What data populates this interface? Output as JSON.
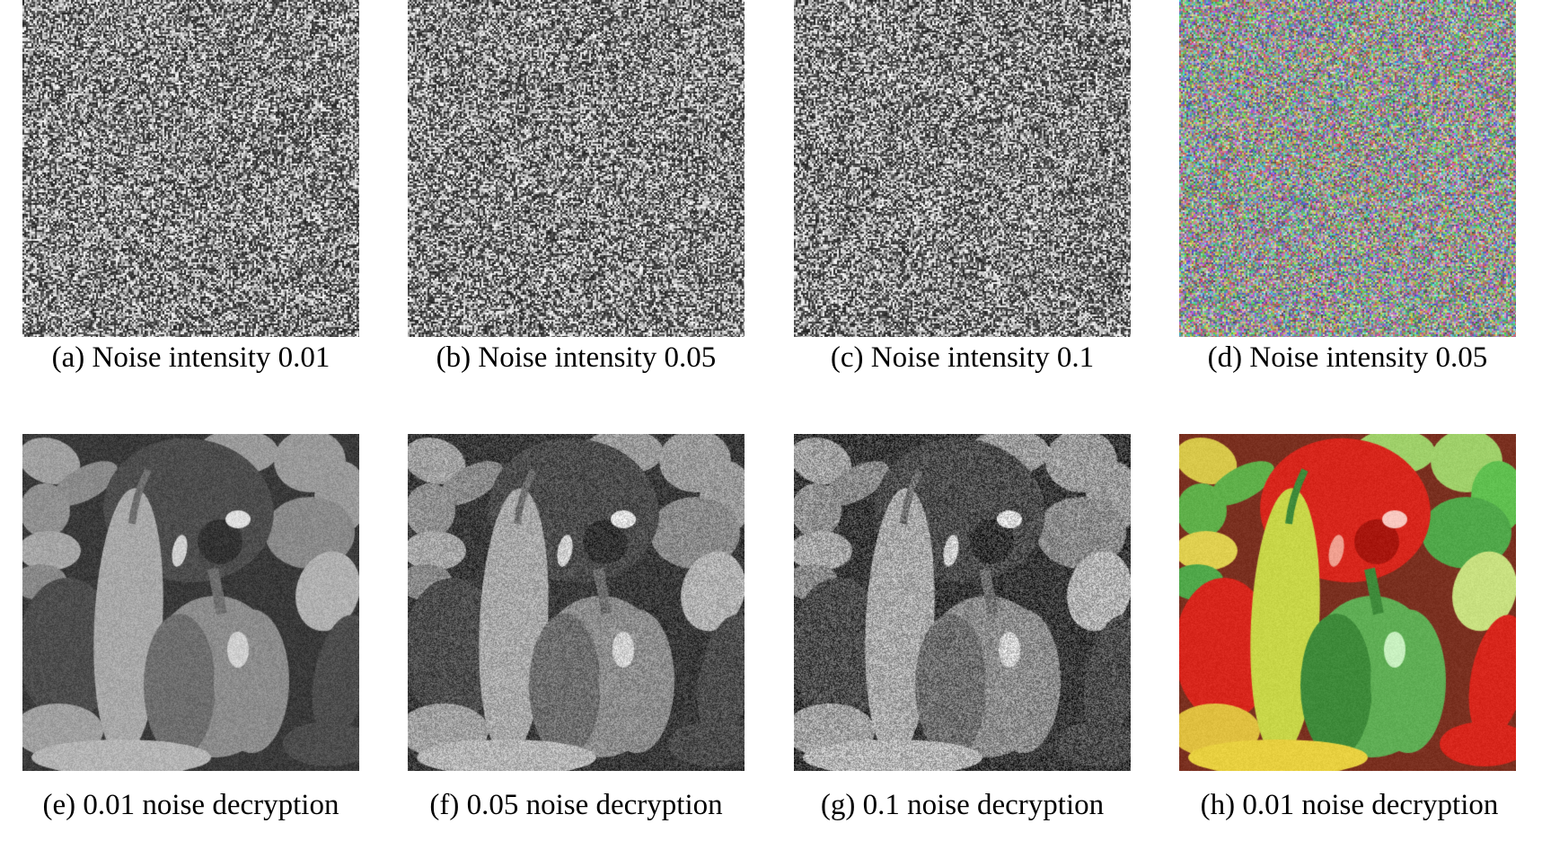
{
  "figure": {
    "panels": [
      {
        "id": "a",
        "kind": "cipher-noise",
        "color_mode": "grayscale",
        "caption": "(a) Noise intensity 0.01",
        "noise_intensity": "0.01"
      },
      {
        "id": "b",
        "kind": "cipher-noise",
        "color_mode": "grayscale",
        "caption": "(b) Noise intensity 0.05",
        "noise_intensity": "0.05"
      },
      {
        "id": "c",
        "kind": "cipher-noise",
        "color_mode": "grayscale",
        "caption": "(c) Noise intensity 0.1",
        "noise_intensity": "0.1"
      },
      {
        "id": "d",
        "kind": "cipher-noise",
        "color_mode": "color",
        "caption": "(d) Noise intensity 0.05",
        "noise_intensity": "0.05"
      },
      {
        "id": "e",
        "kind": "decrypted-peppers",
        "color_mode": "grayscale",
        "caption": "(e) 0.01 noise decryption",
        "noise_level": "0.01"
      },
      {
        "id": "f",
        "kind": "decrypted-peppers",
        "color_mode": "grayscale",
        "caption": "(f) 0.05 noise decryption",
        "noise_level": "0.05"
      },
      {
        "id": "g",
        "kind": "decrypted-peppers",
        "color_mode": "grayscale",
        "caption": "(g) 0.1 noise decryption",
        "noise_level": "0.1"
      },
      {
        "id": "h",
        "kind": "decrypted-peppers",
        "color_mode": "color",
        "caption": "(h) 0.01 noise decryption",
        "noise_level": "0.01"
      }
    ]
  },
  "colors": {
    "background": "#ffffff",
    "caption_text": "#000000",
    "pepper_red": "#d8261c",
    "pepper_green": "#5fae55",
    "pepper_yellow_green": "#c8d648",
    "pepper_dark": "#4a1a10"
  }
}
